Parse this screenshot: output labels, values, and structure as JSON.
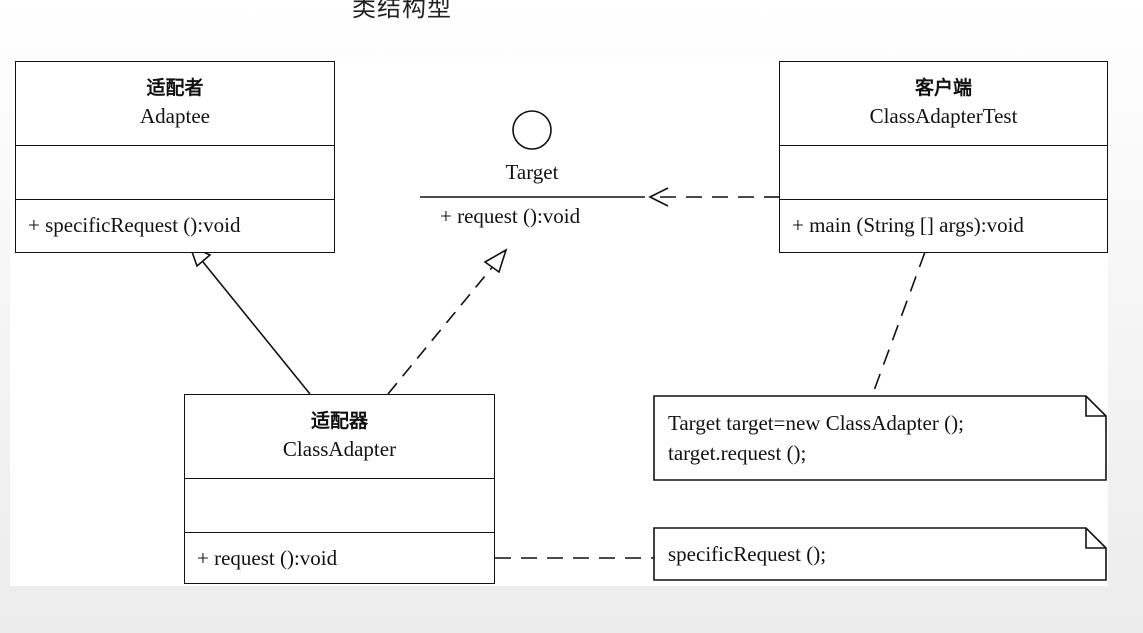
{
  "heading": "类结构型",
  "classes": {
    "adaptee": {
      "cn": "适配者",
      "en": "Adaptee",
      "op": "+ specificRequest ():void"
    },
    "client": {
      "cn": "客户端",
      "en": "ClassAdapterTest",
      "op": "+ main (String [] args):void"
    },
    "adapter": {
      "cn": "适配器",
      "en": "ClassAdapter",
      "op": "+ request ():void"
    }
  },
  "interface": {
    "name": "Target",
    "op": "+ request ():void"
  },
  "notes": {
    "client_note": [
      "Target target=new ClassAdapter ();",
      "target.request ();"
    ],
    "adapter_note": [
      "specificRequest ();"
    ]
  }
}
